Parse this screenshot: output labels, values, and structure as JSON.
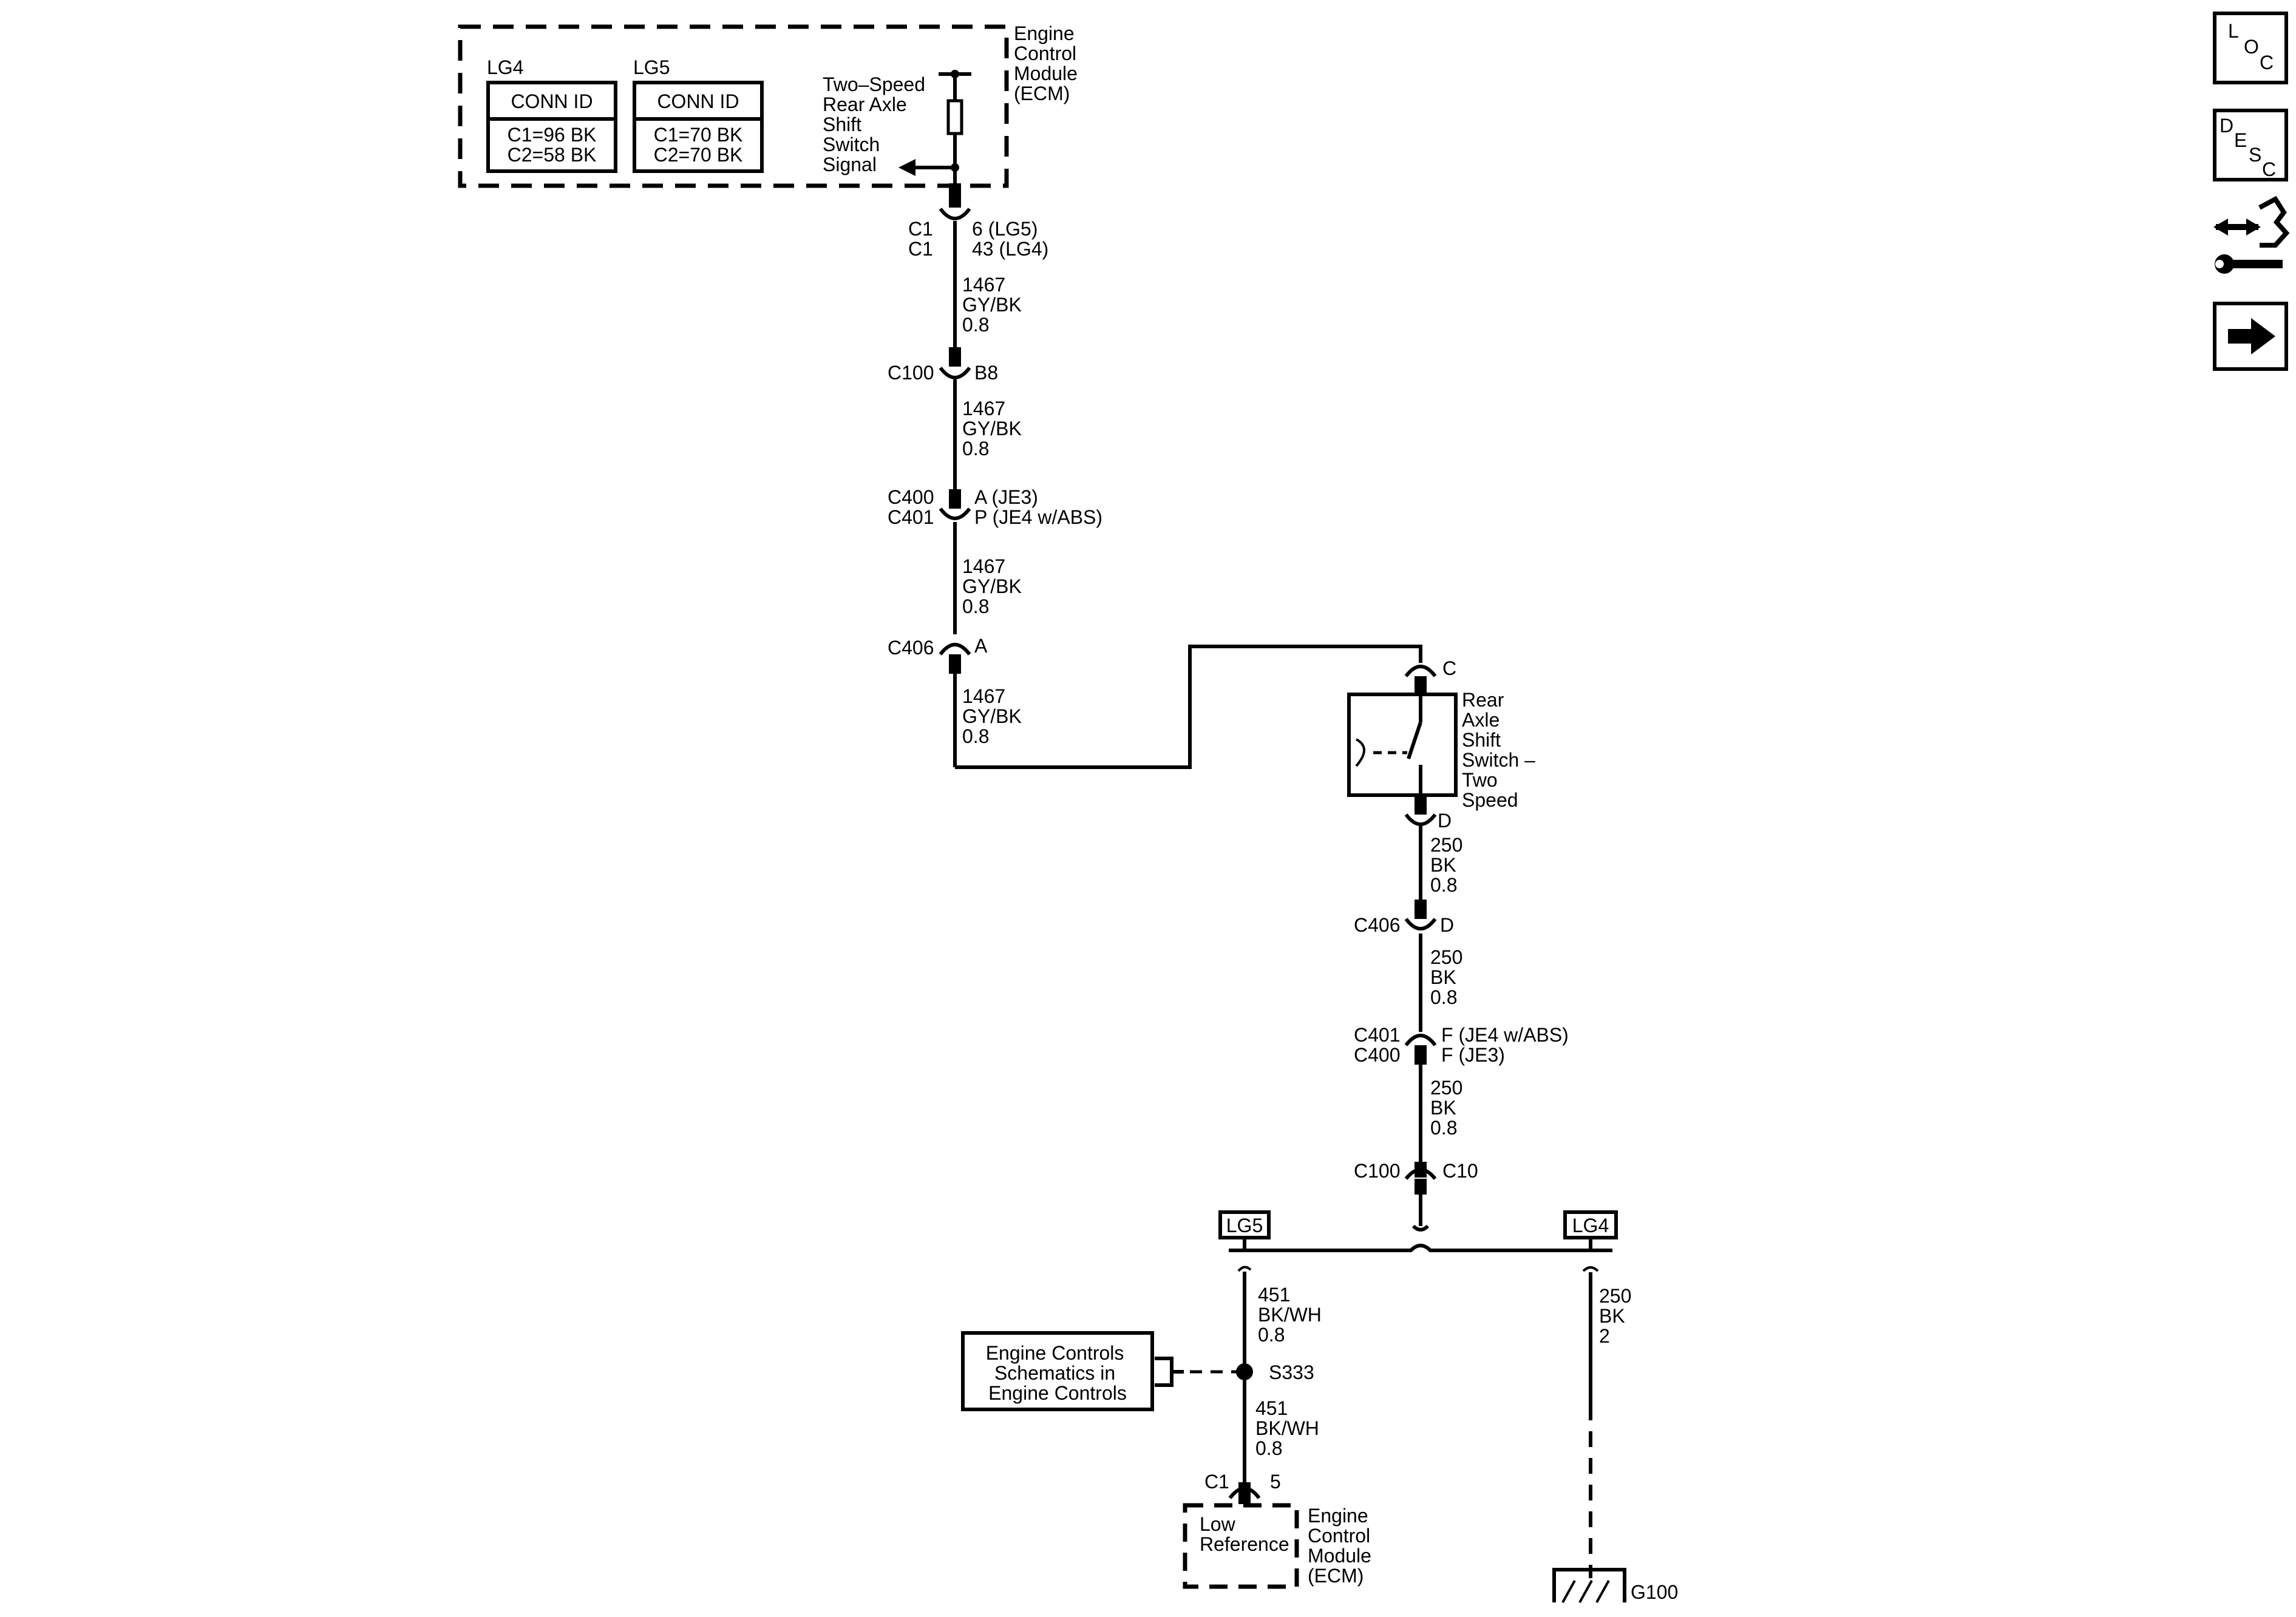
{
  "ecm_top": {
    "title_lines": [
      "Engine",
      "Control",
      "Module",
      "(ECM)"
    ],
    "lg4_label": "LG4",
    "lg5_label": "LG5",
    "conn_id_label": "CONN ID",
    "lg4_c1": "C1=96 BK",
    "lg4_c2": "C2=58 BK",
    "lg5_c1": "C1=70 BK",
    "lg5_c2": "C2=70 BK",
    "signal_lines": [
      "Two–Speed",
      "Rear Axle",
      "Shift",
      "Switch",
      "Signal"
    ]
  },
  "conn_c1_top": {
    "left": [
      "C1",
      "C1"
    ],
    "right": [
      "6 (LG5)",
      "43 (LG4)"
    ]
  },
  "wire_1467": [
    "1467",
    "GY/BK",
    "0.8"
  ],
  "conn_c100_top": {
    "left": "C100",
    "right": "B8"
  },
  "conn_c400_c401_top": {
    "left": [
      "C400",
      "C401"
    ],
    "right": [
      "A (JE3)",
      "P (JE4 w/ABS)"
    ]
  },
  "conn_c406_top": {
    "left": "C406",
    "right": "A"
  },
  "switch": {
    "pin_top": "C",
    "pin_bottom": "D",
    "label_lines": [
      "Rear",
      "Axle",
      "Shift",
      "Switch –",
      "Two",
      "Speed"
    ]
  },
  "wire_250": [
    "250",
    "BK",
    "0.8"
  ],
  "conn_c406_mid": {
    "left": "C406",
    "right": "D"
  },
  "conn_c401_c400_mid": {
    "left": [
      "C401",
      "C400"
    ],
    "right": [
      "F (JE4 w/ABS)",
      "F (JE3)"
    ]
  },
  "conn_c100_mid": {
    "left": "C100",
    "right": "C10"
  },
  "option_lg5": "LG5",
  "option_lg4": "LG4",
  "wire_451": [
    "451",
    "BK/WH",
    "0.8"
  ],
  "splice": "S333",
  "engine_controls_ref": [
    "Engine Controls",
    "Schematics in",
    "Engine Controls"
  ],
  "conn_c1_bottom": {
    "left": "C1",
    "right": "5"
  },
  "low_reference": [
    "Low",
    "Reference"
  ],
  "ecm_bottom_lines": [
    "Engine",
    "Control",
    "Module",
    "(ECM)"
  ],
  "wire_250_ground": [
    "250",
    "BK",
    "2"
  ],
  "ground": "G100",
  "nav": {
    "loc": [
      "L",
      "O",
      "C"
    ],
    "desc": [
      "D",
      "E",
      "S",
      "C"
    ]
  }
}
